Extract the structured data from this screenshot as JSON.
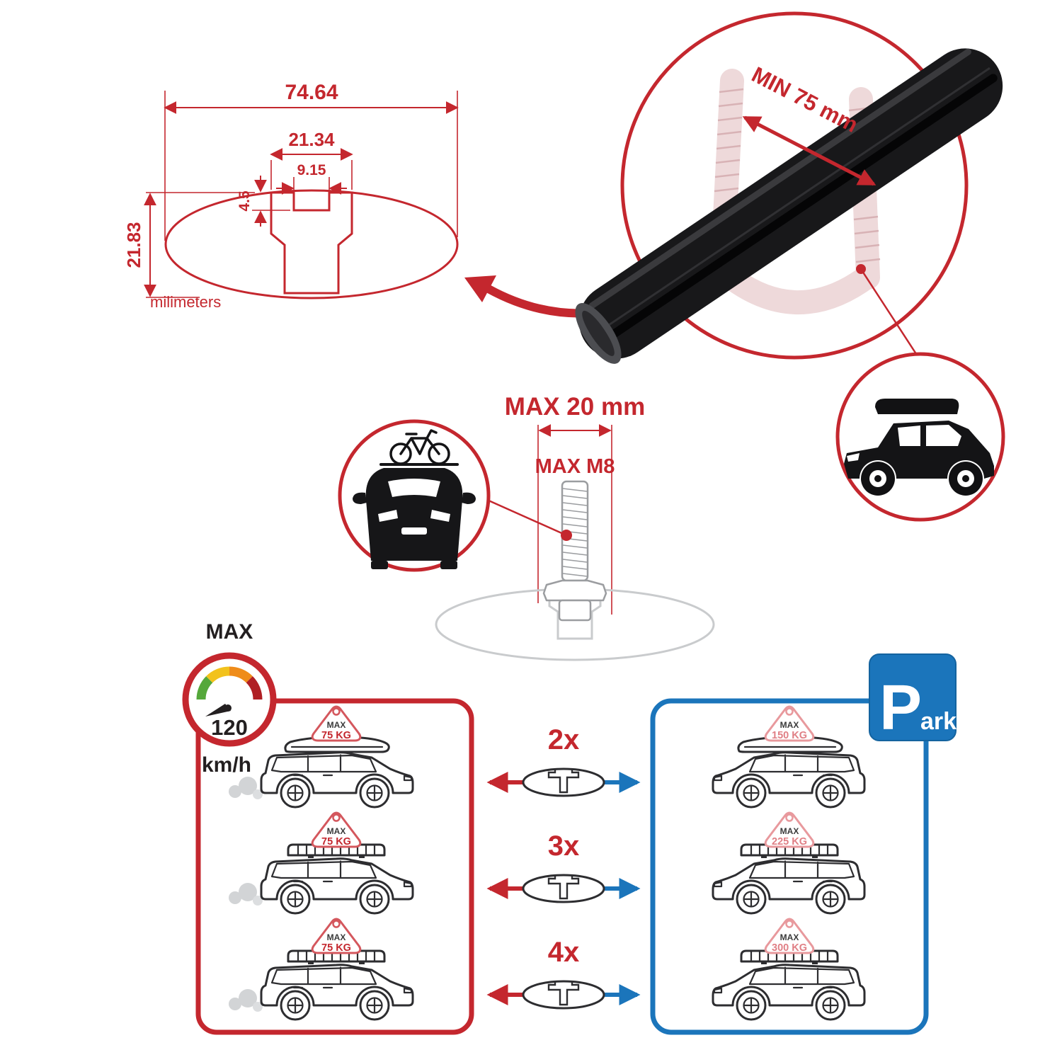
{
  "technical_drawing": {
    "total_width_mm": "74.64",
    "slot_outer_width_mm": "21.34",
    "slot_inner_width_mm": "9.15",
    "lip_depth_mm": "4.5",
    "total_height_mm": "21.83",
    "units_label": "milimeters"
  },
  "crossbar_detail": {
    "min_span_label": "MIN 75 mm"
  },
  "tbolt_detail": {
    "max_channel_label": "MAX 20 mm",
    "max_thread_label": "MAX M8"
  },
  "speed_gauge": {
    "title": "MAX",
    "value": "120",
    "units": "km/h"
  },
  "load_rows": [
    {
      "multiplier": "2x",
      "moving_badge": {
        "label": "MAX",
        "value": "75 KG"
      },
      "parked_badge": {
        "label": "MAX",
        "value": "150 KG"
      }
    },
    {
      "multiplier": "3x",
      "moving_badge": {
        "label": "MAX",
        "value": "75 KG"
      },
      "parked_badge": {
        "label": "MAX",
        "value": "225 KG"
      }
    },
    {
      "multiplier": "4x",
      "moving_badge": {
        "label": "MAX",
        "value": "75 KG"
      },
      "parked_badge": {
        "label": "MAX",
        "value": "300 KG"
      }
    }
  ],
  "park_sign": {
    "initial": "P",
    "suffix": "ark"
  },
  "colors": {
    "red": "#c4272e",
    "blue": "#1b75bb",
    "black": "#231f20",
    "pink": "#e8999d"
  }
}
